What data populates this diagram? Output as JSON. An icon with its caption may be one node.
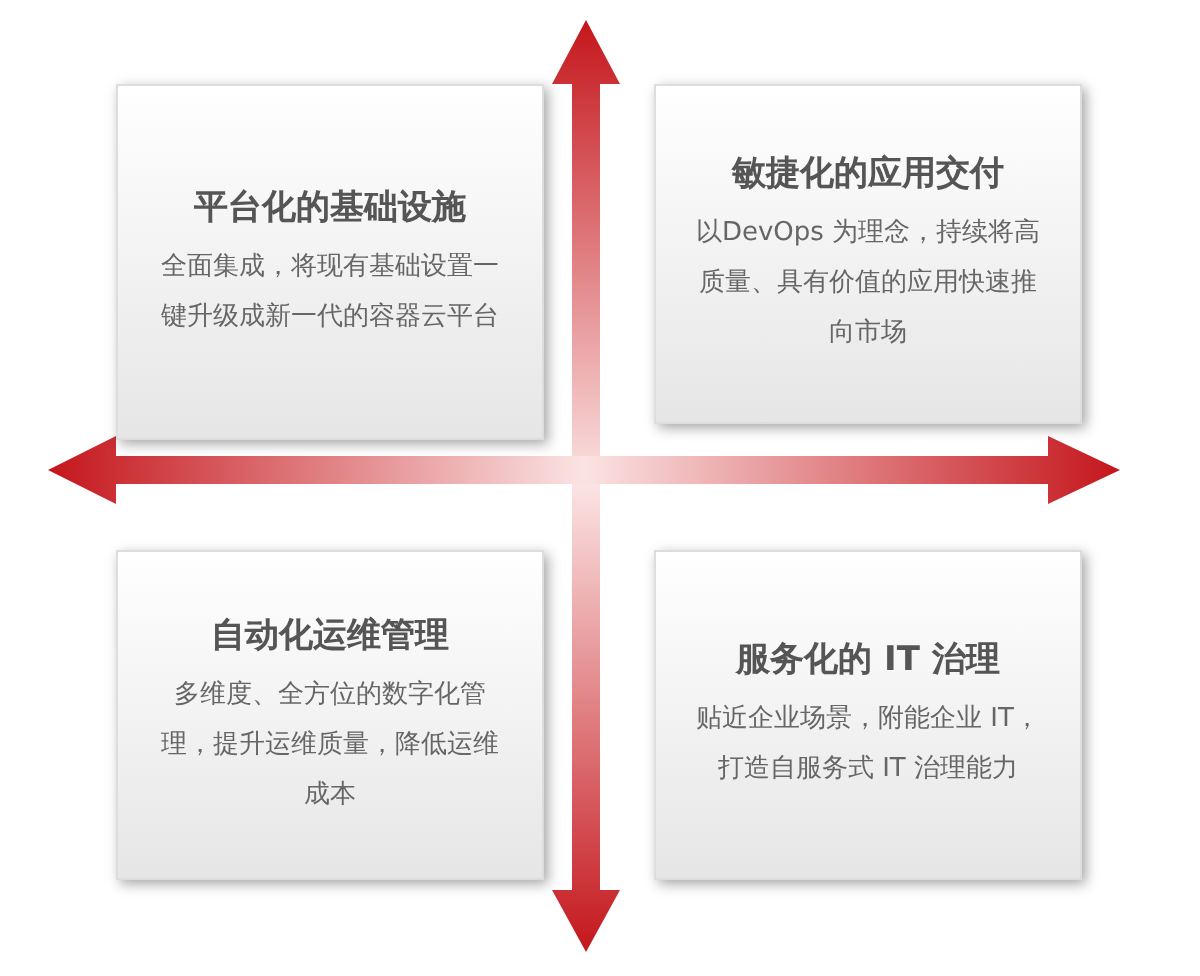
{
  "diagram": {
    "nodes": [
      {
        "text": [
          "平台化的基础设施",
          "全面集成，将现有基础设置一键升级成新一代的容器云平台"
        ]
      },
      {
        "text": [
          "敏捷化的应用交付",
          "以DevOps 为理念，持续将高质量、具有价值的应用快速推向市场"
        ]
      },
      {
        "text": [
          "自动化运维管理",
          "多维度、全方位的数字化管理，提升运维质量，降低运维成本"
        ]
      },
      {
        "text": [
          "服务化的 IT 治理",
          "贴近企业场景，附能企业 IT，打造自服务式 IT 治理能力"
        ]
      }
    ]
  }
}
